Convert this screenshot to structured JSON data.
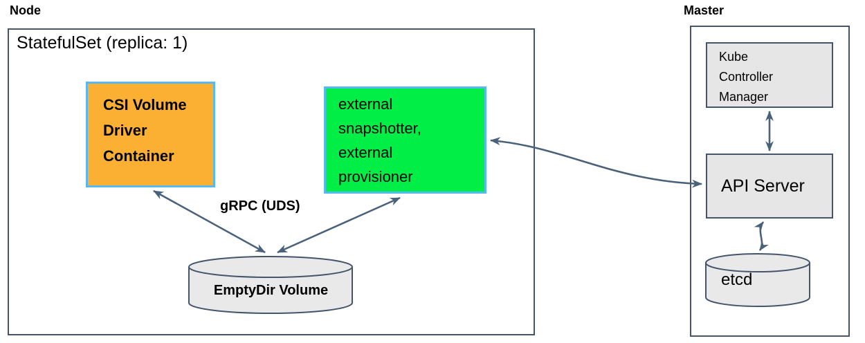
{
  "diagram": {
    "title_hint": "CSI external snapshotter / provisioner deployment diagram",
    "node": {
      "label": "Node",
      "statefulset_title": "StatefulSet (replica: 1)",
      "csi_driver": {
        "text": "CSI Volume Driver Container",
        "lines": [
          "CSI Volume",
          "Driver",
          "Container"
        ]
      },
      "sidecars": {
        "text": "external snapshotter, external provisioner",
        "lines": [
          "external",
          "snapshotter,",
          "external",
          "provisioner"
        ]
      },
      "grpc_label": "gRPC (UDS)",
      "emptydir": {
        "label": "EmptyDir Volume"
      }
    },
    "master": {
      "label": "Master",
      "kube_controller_manager": {
        "text": "Kube Controller Manager",
        "lines": [
          "Kube",
          "Controller",
          "Manager"
        ]
      },
      "api_server": {
        "label": "API Server"
      },
      "etcd": {
        "label": "etcd"
      }
    },
    "connections": [
      {
        "from": "csi-volume-driver-container",
        "to": "emptydir-volume",
        "type": "bidirectional",
        "label": "gRPC (UDS)"
      },
      {
        "from": "external-snapshotter-provisioner",
        "to": "emptydir-volume",
        "type": "bidirectional",
        "label": "gRPC (UDS)"
      },
      {
        "from": "external-snapshotter-provisioner",
        "to": "api-server",
        "type": "bidirectional"
      },
      {
        "from": "kube-controller-manager",
        "to": "api-server",
        "type": "bidirectional"
      },
      {
        "from": "api-server",
        "to": "etcd",
        "type": "bidirectional"
      }
    ]
  },
  "colors": {
    "orange_fill": "#FBB034",
    "green_fill": "#00EE45",
    "blue_border": "#56B9F2",
    "gray_fill": "#E6E6E6",
    "cylinder_fill": "#E9E9E9",
    "dark_border": "#44546A",
    "arrow_color": "#4A617A",
    "text_color": "#000000"
  }
}
